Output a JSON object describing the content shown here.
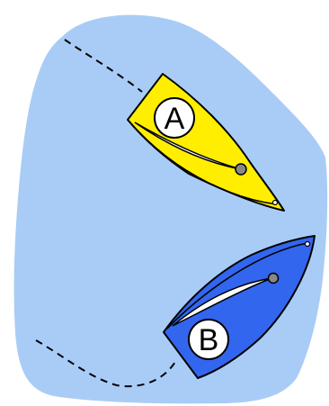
{
  "colors": {
    "water": "#a9ccf7",
    "boat_a_hull": "#ffee00",
    "boat_b_hull": "#3366ee",
    "sail": "#ffffff",
    "outline": "#000000",
    "mast": "#888888"
  },
  "boats": [
    {
      "id": "boat-a",
      "label": "A"
    },
    {
      "id": "boat-b",
      "label": "B"
    }
  ]
}
